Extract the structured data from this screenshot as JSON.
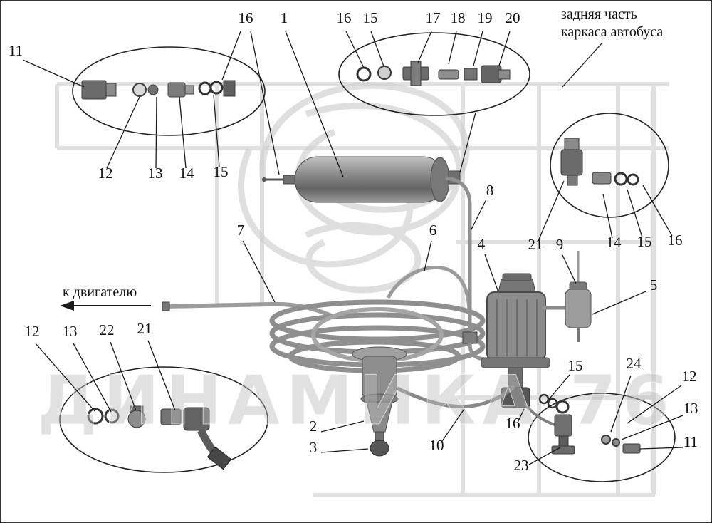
{
  "diagram": {
    "type": "parts-diagram",
    "watermark": "ДИНАМИКА 76",
    "notes": {
      "rear_frame_line1": "задняя часть",
      "rear_frame_line2": "каркаса автобуса",
      "to_engine": "к двигателю"
    },
    "labels": [
      "11",
      "16",
      "1",
      "16",
      "15",
      "17",
      "18",
      "19",
      "20",
      "12",
      "13",
      "14",
      "15",
      "8",
      "6",
      "7",
      "4",
      "21",
      "9",
      "14",
      "15",
      "16",
      "5",
      "12",
      "13",
      "22",
      "21",
      "15",
      "24",
      "12",
      "16",
      "2",
      "3",
      "10",
      "13",
      "11",
      "23"
    ],
    "colors": {
      "line": "#1a1a1a",
      "metal_dark": "#6e6e6e",
      "metal_light": "#a8a8a8",
      "watermark": "#bdbdbd",
      "frame_shadow": "#d8d8d8"
    }
  }
}
